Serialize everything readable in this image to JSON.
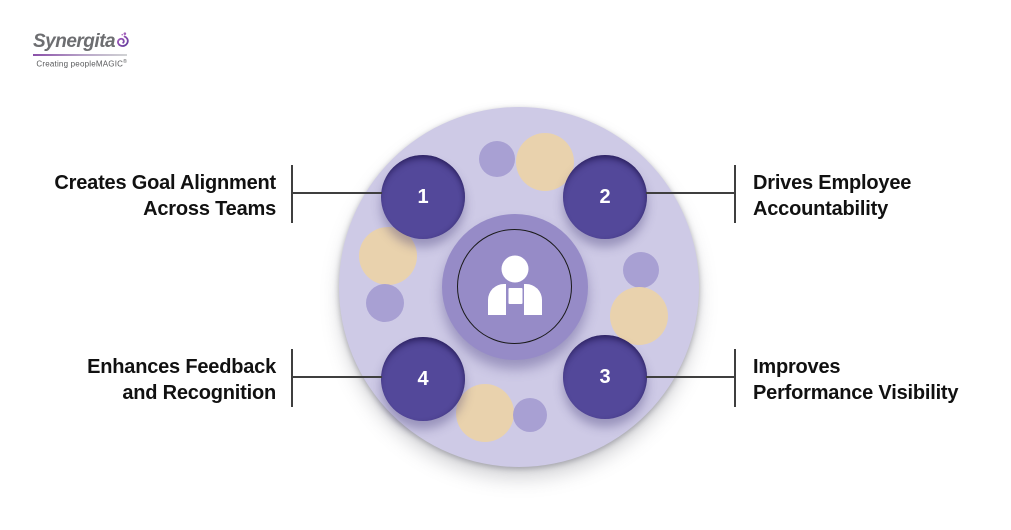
{
  "logo": {
    "name": "Synergita",
    "tagline": "Creating peopleMAGIC",
    "registered": "®"
  },
  "diagram": {
    "center_icon": "person",
    "items": [
      {
        "number": "1",
        "position": "top-left",
        "line1": "Creates Goal Alignment",
        "line2": "Across Teams"
      },
      {
        "number": "2",
        "position": "top-right",
        "line1": "Drives Employee",
        "line2": "Accountability"
      },
      {
        "number": "3",
        "position": "bottom-right",
        "line1": "Improves",
        "line2": "Performance Visibility"
      },
      {
        "number": "4",
        "position": "bottom-left",
        "line1": "Enhances Feedback",
        "line2": "and Recognition"
      }
    ]
  },
  "colors": {
    "background": "#ffffff",
    "outer_circle": "#cecae6",
    "inner_circle": "#968bc7",
    "step_circle": "#53489a",
    "step_circle_rim": "#3a2f7c",
    "tan_accent": "#e9d2ad",
    "lavender_accent": "#a8a0d3",
    "label_text": "#111111",
    "connector_line": "#3f3f3f",
    "logo_gray": "#6d6e71",
    "logo_purple": "#8a4fa8",
    "icon_white": "#ffffff"
  }
}
